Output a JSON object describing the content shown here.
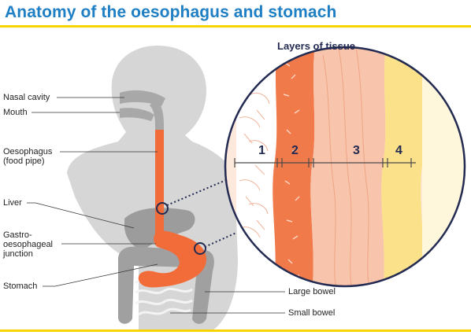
{
  "title": "Anatomy of the oesophagus and stomach",
  "labels": {
    "nasal_cavity": "Nasal cavity",
    "mouth": "Mouth",
    "oesophagus": "Oesophagus",
    "oesophagus_sub": "(food pipe)",
    "liver": "Liver",
    "gej_1": "Gastro-",
    "gej_2": "oesophageal",
    "gej_3": "junction",
    "stomach": "Stomach",
    "large_bowel": "Large bowel",
    "small_bowel": "Small bowel"
  },
  "inset": {
    "title": "Layers of tissue",
    "layers": [
      "1",
      "2",
      "3",
      "4"
    ]
  },
  "colors": {
    "title": "#1f7fc4",
    "rule": "#f5d400",
    "body": "#d6d6d6",
    "organ": "#f26c3a",
    "navy": "#232b52"
  }
}
